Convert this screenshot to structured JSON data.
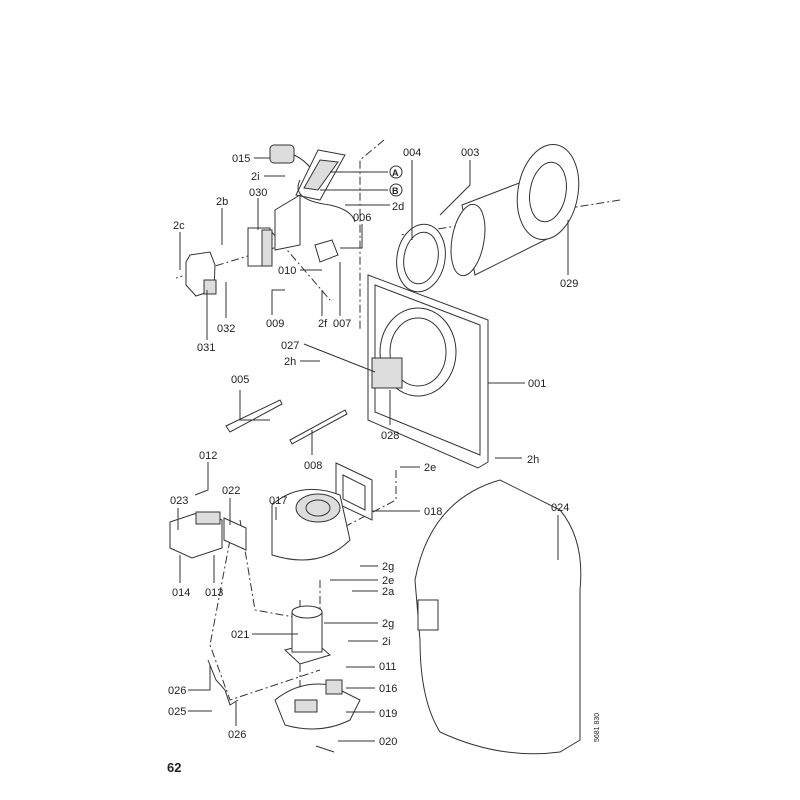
{
  "page_number": "62",
  "document_code": "5681 830",
  "callouts": {
    "A": "A",
    "B": "B"
  },
  "labels": {
    "p015": "015",
    "p2i_top": "2i",
    "p2d": "2d",
    "p030": "030",
    "p2b": "2b",
    "p006": "006",
    "p2c": "2c",
    "p010": "010",
    "p009": "009",
    "p2f": "2f",
    "p007": "007",
    "p032": "032",
    "p031": "031",
    "p027": "027",
    "p2h_left": "2h",
    "p005": "005",
    "p028": "028",
    "p008": "008",
    "p004": "004",
    "p003": "003",
    "p029": "029",
    "p001": "001",
    "p2h_right": "2h",
    "p2e_top": "2e",
    "p018": "018",
    "p024": "024",
    "p023": "023",
    "p012": "012",
    "p017": "017",
    "p022": "022",
    "p014": "014",
    "p013": "013",
    "p2g_top": "2g",
    "p2e_mid": "2e",
    "p2a": "2a",
    "p2g_mid": "2g",
    "p2i_low": "2i",
    "p021": "021",
    "p011": "011",
    "p016": "016",
    "p026_left": "026",
    "p025": "025",
    "p026_low": "026",
    "p019": "019",
    "p020": "020"
  }
}
